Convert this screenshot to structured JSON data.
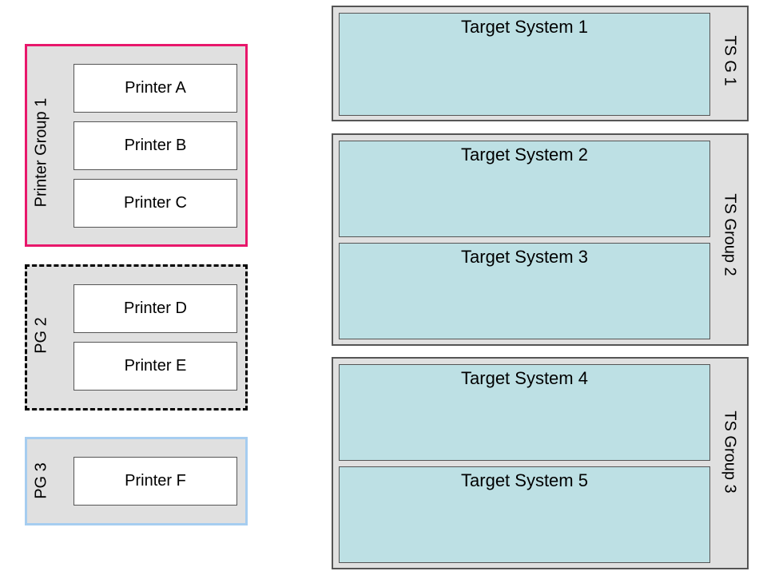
{
  "colors": {
    "pg1_border": "#e8176b",
    "pg2_border": "#000000",
    "pg3_border": "#a6cdf0",
    "group_fill": "#e0e0e0",
    "target_fill": "#bde0e4"
  },
  "printer_groups": [
    {
      "label": "Printer Group 1",
      "border_style": "solid",
      "printers": [
        "Printer A",
        "Printer B",
        "Printer C"
      ]
    },
    {
      "label": "PG 2",
      "border_style": "dashed",
      "printers": [
        "Printer D",
        "Printer E"
      ]
    },
    {
      "label": "PG 3",
      "border_style": "solid",
      "printers": [
        "Printer F"
      ]
    }
  ],
  "target_groups": [
    {
      "label": "TS G 1",
      "targets": [
        "Target System 1"
      ]
    },
    {
      "label": "TS Group 2",
      "targets": [
        "Target System 2",
        "Target System 3"
      ]
    },
    {
      "label": "TS Group 3",
      "targets": [
        "Target System 4",
        "Target System 5"
      ]
    }
  ]
}
